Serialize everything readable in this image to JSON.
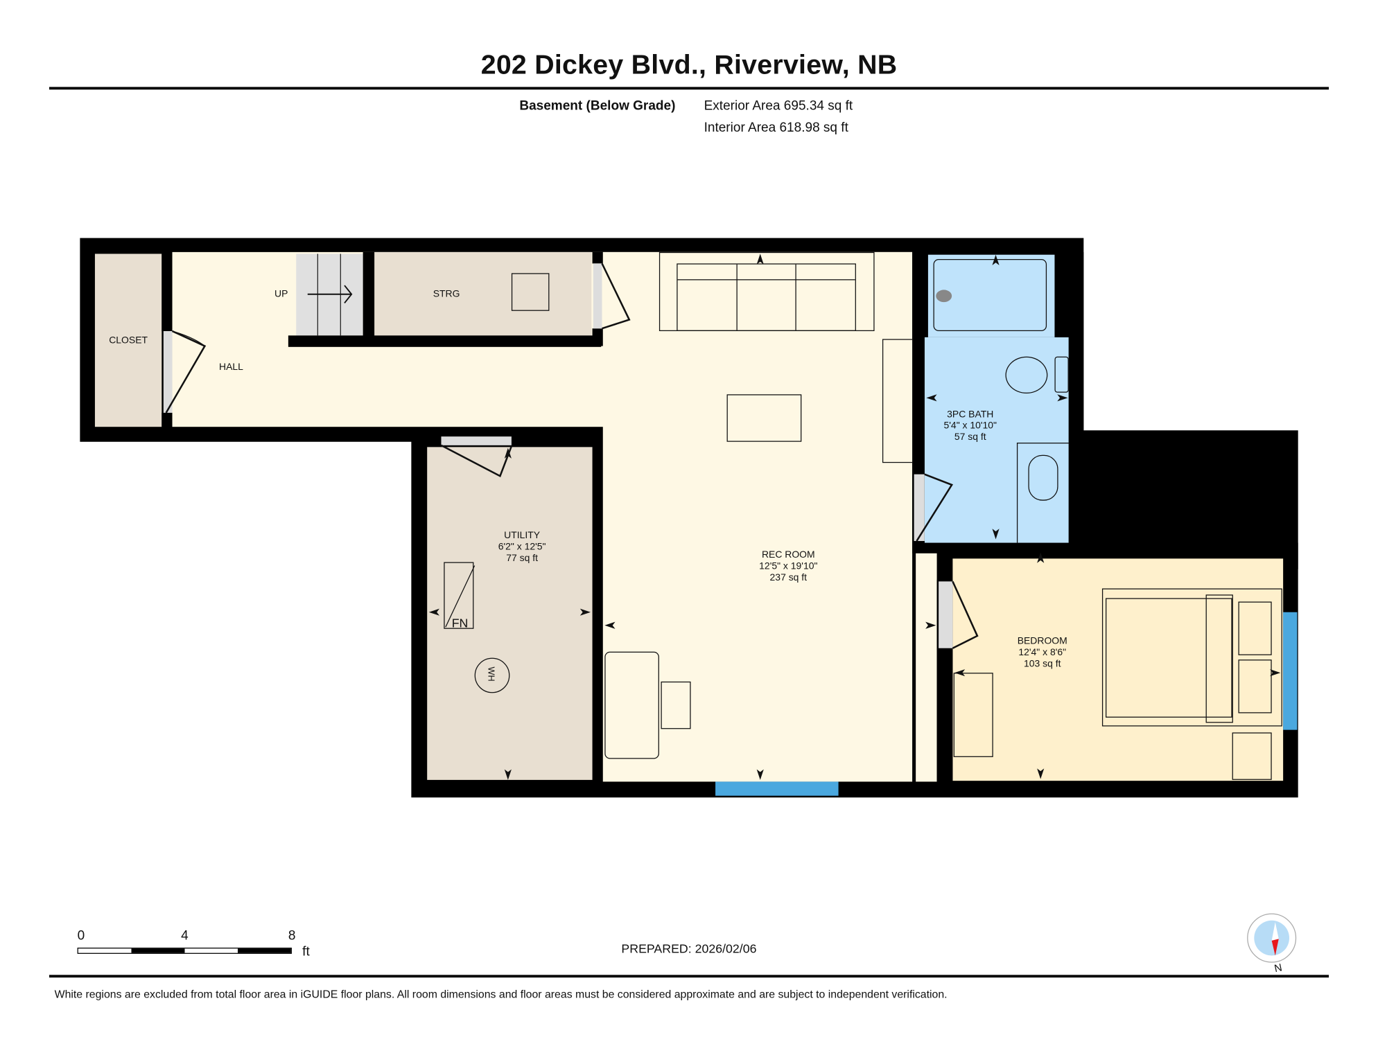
{
  "header": {
    "title": "202 Dickey Blvd., Riverview, NB",
    "floor_label": "Basement (Below Grade)",
    "exterior_area": "Exterior Area 695.34 sq ft",
    "interior_area": "Interior Area 618.98 sq ft"
  },
  "rooms": {
    "closet": {
      "name": "CLOSET"
    },
    "hall": {
      "name": "HALL"
    },
    "stairs": {
      "name": "UP"
    },
    "storage": {
      "name": "STRG"
    },
    "utility": {
      "name": "UTILITY",
      "dims": "6'2\" x 12'5\"",
      "area": "77 sq ft"
    },
    "rec_room": {
      "name": "REC ROOM",
      "dims": "12'5\" x 19'10\"",
      "area": "237 sq ft"
    },
    "bath": {
      "name": "3PC BATH",
      "dims": "5'4\" x 10'10\"",
      "area": "57 sq ft"
    },
    "bedroom": {
      "name": "BEDROOM",
      "dims": "12'4\" x 8'6\"",
      "area": "103 sq ft"
    }
  },
  "fixtures": {
    "furnace": "FN",
    "water_heater": "WH"
  },
  "colors": {
    "hall_rec": "#fef8e4",
    "closet_storage_utility": "#e8dfd1",
    "bath": "#bfe3fb",
    "bedroom": "#fef0cc",
    "wall": "#000000",
    "window": "#4aa8df",
    "compass_needle": "#e8161b",
    "compass_face": "#b7dcf6"
  },
  "scale_bar": {
    "ticks": [
      "0",
      "4",
      "8"
    ],
    "unit": "ft"
  },
  "footer": {
    "prepared": "PREPARED: 2026/02/06",
    "compass_label": "N",
    "disclaimer": "White regions are excluded from total floor area in iGUIDE floor plans. All room dimensions and floor areas must be considered approximate and are subject to independent verification."
  }
}
